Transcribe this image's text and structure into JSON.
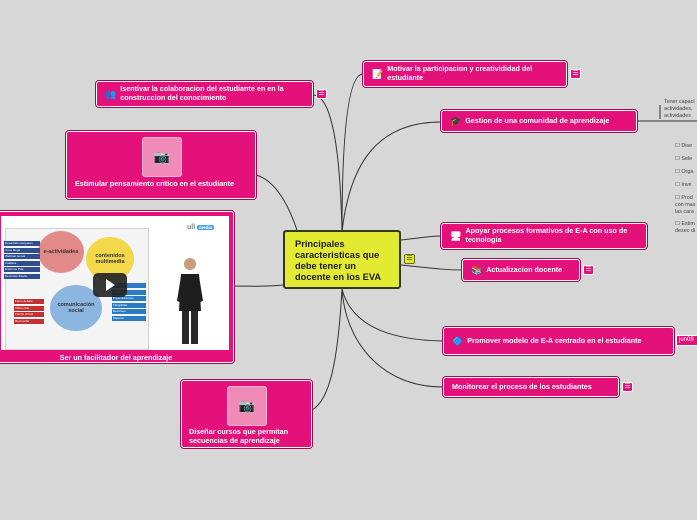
{
  "central": {
    "title": "Principales caracteristicas que debe tener un docente en los EVA"
  },
  "nodes": {
    "motivar": "Motivar la participacion y creativididad del estudiante",
    "incentivar": "Isentivar la colaboracion del estudiante en en la construccion del conocimiento",
    "gestion": "Gestion de una comunidad de aprendizaje",
    "estimular": "Estimular pensamiento critico en el estudiante",
    "apoyar": "Apoyar procesos formativos de E-A con uso de tecnologia",
    "actualizacion": "Actualizacion docente",
    "facilitador": "Ser un facilitador del aprendizaje",
    "promover": "Promover modelo de E-A centrado en el estudiante",
    "monitorear": "Monitorear el proceso de los estudiantes",
    "disenar": "Diseñar cursos que permitan secuencias de aprendizaje"
  },
  "gestion_note": [
    "Tener capaci",
    "actividades,",
    "actividades"
  ],
  "gestion_list": [
    "Dise",
    "Sele",
    "Orga",
    "Inve",
    "Prod",
    "con mas",
    "las cara",
    "Estim",
    "desec di"
  ],
  "promover_tag": "jun08",
  "slide": {
    "logo": "ull",
    "logo_badge": "media",
    "bubble_1": "e-actividades",
    "bubble_2": "contenidos multimedia",
    "bubble_3": "comunicación social",
    "list_1": [
      "Desarrollo competen",
      "Unos blogs",
      "Webinar temas",
      "Analitica",
      "Entornos PLE",
      "Recursos diseño"
    ],
    "list_2": [
      "Foros debate",
      "Video chat",
      "Tutoria virtual",
      "Red social"
    ],
    "list_3": [
      "Video",
      "Imagenes",
      "Presentaciones",
      "Infografias",
      "Recursos",
      "Material"
    ]
  },
  "icons": {
    "motivar": "notepad-icon",
    "incentivar": "people-icon",
    "gestion": "graduation-cap-icon",
    "apoyar": "computer-icon",
    "actualizacion": "books-icon",
    "promover": "badges-icon",
    "camera": "camera-icon",
    "note": "note-icon",
    "play": "play-icon"
  },
  "colors": {
    "node": "#e5117a",
    "central": "#e3ea32",
    "background": "#d7d7d7",
    "connector": "#333333"
  }
}
